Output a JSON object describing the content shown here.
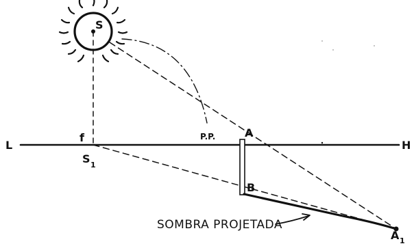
{
  "labels": {
    "sun": "S",
    "horizon_left": "L",
    "horizon_right": "H",
    "f_mark": "f",
    "sun_foot_base": "S",
    "sun_foot_sub": "1",
    "principal_point": "P.P.",
    "pole_top": "A",
    "pole_base": "B",
    "shadow_end_base": "A",
    "shadow_end_sub": "1",
    "caption": "SOMBRA PROJETADA"
  },
  "colors": {
    "ink": "#111111",
    "background": "#ffffff"
  }
}
